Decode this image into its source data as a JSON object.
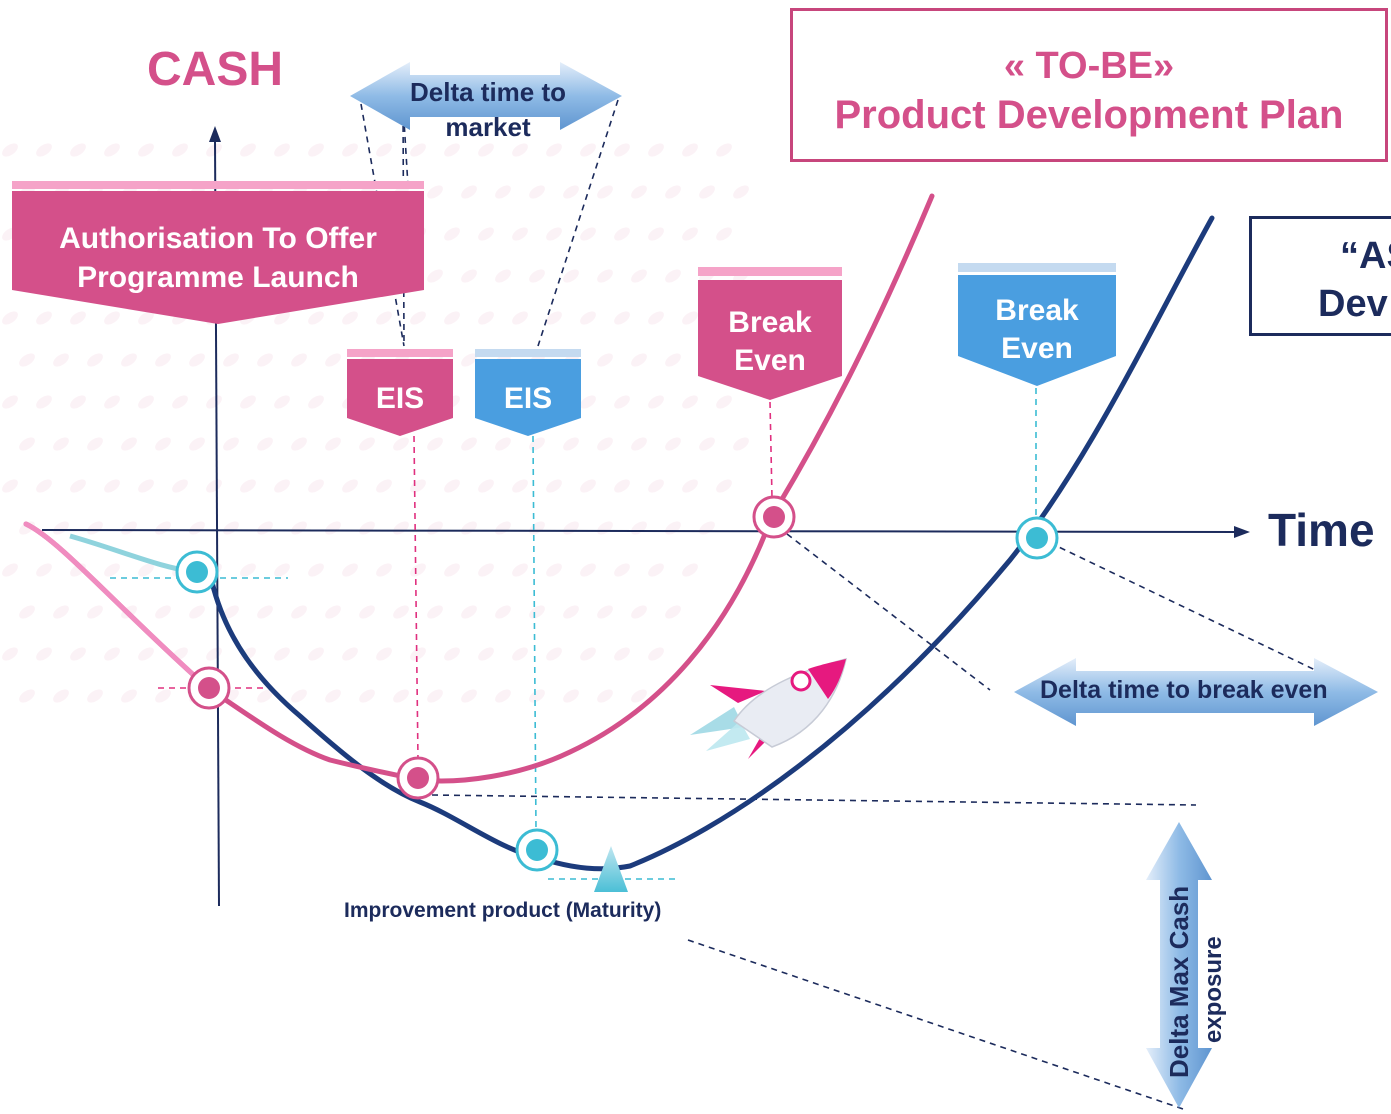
{
  "title": {
    "tobe_line1": "« TO-BE»",
    "tobe_line2": "Product Development Plan",
    "asis_line1": "“AS",
    "asis_line2": "Dev"
  },
  "axes": {
    "y_label": "CASH",
    "x_label": "Time"
  },
  "banners": {
    "ato_line1": "Authorisation To Offer",
    "ato_line2": "Programme Launch",
    "eis_pink": "EIS",
    "eis_blue": "EIS",
    "break_even_pink_line1": "Break",
    "break_even_pink_line2": "Even",
    "break_even_blue_line1": "Break",
    "break_even_blue_line2": "Even"
  },
  "deltas": {
    "time_to_market_line1": "Delta time to",
    "time_to_market_line2": "market",
    "time_to_break_even": "Delta time to break even",
    "max_cash_line1": "Delta Max Cash",
    "max_cash_line2": "exposure"
  },
  "annotations": {
    "improvement": "Improvement product (Maturity)"
  },
  "colors": {
    "pink": "#d4508a",
    "pink_light": "#f08cc0",
    "navy": "#1c2b5c",
    "blue": "#4a9ee0",
    "cyan": "#3cbcd4",
    "arrow_blue": "#7fb1e0"
  },
  "icons": {
    "rocket": "rocket-icon"
  }
}
